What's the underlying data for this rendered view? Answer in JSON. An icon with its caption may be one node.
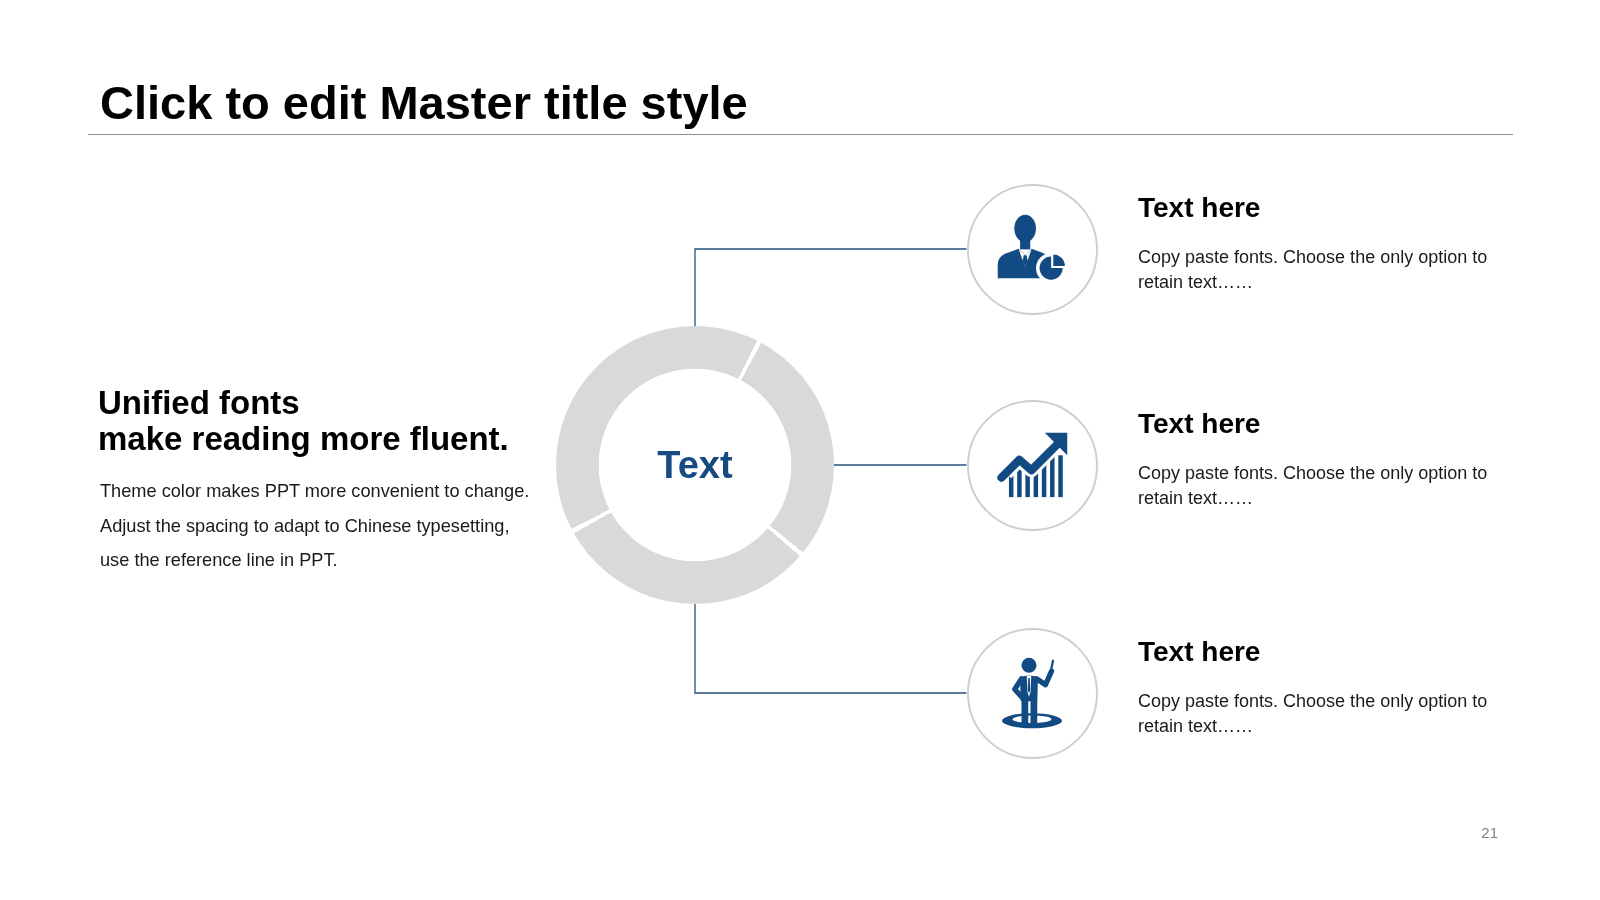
{
  "diagram": {
    "title": "Click to edit Master title style",
    "nodes": [
      {
        "text": [
          "Text"
        ]
      },
      {
        "text": [],
        "shape": "circle",
        "beside": [
          "Text here",
          "Copy paste fonts. Choose the only option to retain text……"
        ]
      },
      {
        "text": [],
        "shape": "circle",
        "beside": [
          "Text here",
          "Copy paste fonts. Choose the only option to retain text……"
        ]
      },
      {
        "text": [],
        "shape": "circle",
        "beside": [
          "Text here",
          "Copy paste fonts. Choose the only option to retain text……"
        ]
      }
    ],
    "edges": [
      {
        "from": 0,
        "to": 1,
        "arrow": "none"
      },
      {
        "from": 0,
        "to": 2,
        "arrow": "none"
      },
      {
        "from": 0,
        "to": 3,
        "arrow": "none"
      }
    ],
    "labels": [
      "Unified fonts",
      "make reading more fluent.",
      "Theme color makes PPT more convenient to change. Adjust the spacing to adapt to Chinese typesetting, use the reference line in PPT.",
      "21"
    ]
  }
}
